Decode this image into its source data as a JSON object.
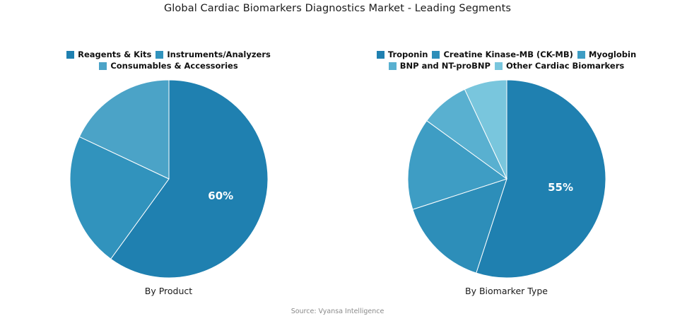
{
  "title": "Global Cardiac Biomarkers Diagnostics Market - Leading Segments",
  "source_note": "Source: Vyansa Intelligence",
  "palette": {
    "dark_blue": "#1f80b0",
    "mid_blue": "#3193bd",
    "light_blue": "#4ba3c7",
    "lighter_blue": "#62b4d3",
    "lightest_blue": "#79c6dd",
    "label_text": "#ffffff",
    "separator": "#ffffff"
  },
  "panels": [
    {
      "caption": "By Product",
      "legend": [
        {
          "label": "Reagents & Kits",
          "color": "#1f80b0"
        },
        {
          "label": "Instruments/Analyzers",
          "color": "#3193bd"
        },
        {
          "label": "Consumables & Accessories",
          "color": "#4ba3c7"
        }
      ]
    },
    {
      "caption": "By Biomarker Type",
      "legend": [
        {
          "label": "Troponin",
          "color": "#1f80b0"
        },
        {
          "label": "Creatine Kinase-MB (CK-MB)",
          "color": "#2d8eb9"
        },
        {
          "label": "Myoglobin",
          "color": "#3e9dc4"
        },
        {
          "label": "BNP and NT-proBNP",
          "color": "#59b0d0"
        },
        {
          "label": "Other Cardiac Biomarkers",
          "color": "#79c6dd"
        }
      ]
    }
  ],
  "chart_data": [
    {
      "type": "pie",
      "title": "By Product",
      "categories": [
        "Reagents & Kits",
        "Instruments/Analyzers",
        "Consumables & Accessories"
      ],
      "values": [
        60,
        22,
        18
      ],
      "value_labels": [
        "60%",
        "",
        ""
      ],
      "colors": [
        "#1f80b0",
        "#3193bd",
        "#4ba3c7"
      ],
      "start_angle_deg": 0,
      "direction": "clockwise",
      "legend_position": "top"
    },
    {
      "type": "pie",
      "title": "By Biomarker Type",
      "categories": [
        "Troponin",
        "Creatine Kinase-MB (CK-MB)",
        "Myoglobin",
        "BNP and NT-proBNP",
        "Other Cardiac Biomarkers"
      ],
      "values": [
        55,
        15,
        15,
        8,
        7
      ],
      "value_labels": [
        "55%",
        "",
        "",
        "",
        ""
      ],
      "colors": [
        "#1f80b0",
        "#2d8eb9",
        "#3e9dc4",
        "#59b0d0",
        "#79c6dd"
      ],
      "start_angle_deg": 0,
      "direction": "clockwise",
      "legend_position": "top"
    }
  ]
}
